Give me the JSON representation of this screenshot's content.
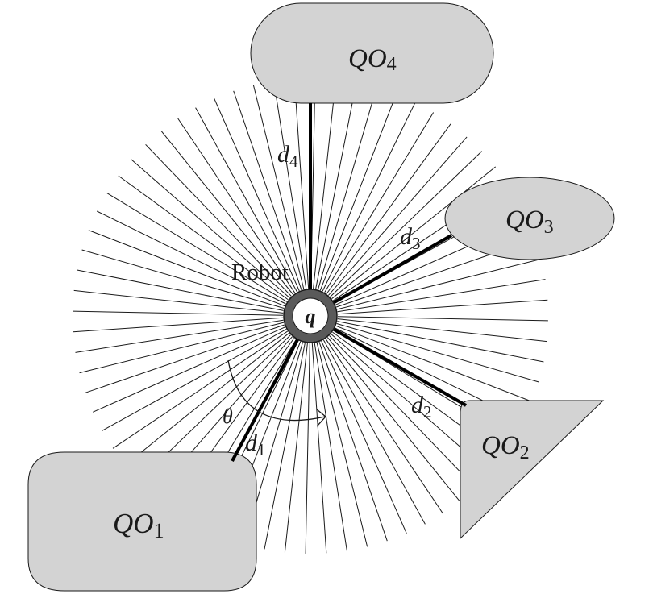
{
  "robot": {
    "label": "Robot",
    "config_symbol": "q"
  },
  "angle_label": "θ",
  "obstacles": [
    {
      "id": "qo1",
      "base": "QO",
      "sub": "1"
    },
    {
      "id": "qo2",
      "base": "QO",
      "sub": "2"
    },
    {
      "id": "qo3",
      "base": "QO",
      "sub": "3"
    },
    {
      "id": "qo4",
      "base": "QO",
      "sub": "4"
    }
  ],
  "distances": [
    {
      "base": "d",
      "sub": "1"
    },
    {
      "base": "d",
      "sub": "2"
    },
    {
      "base": "d",
      "sub": "3"
    },
    {
      "base": "d",
      "sub": "4"
    }
  ],
  "colors": {
    "obstacle_fill": "#d3d3d3",
    "line": "#1a1a1a",
    "robot_ring": "#5a5a5a"
  }
}
